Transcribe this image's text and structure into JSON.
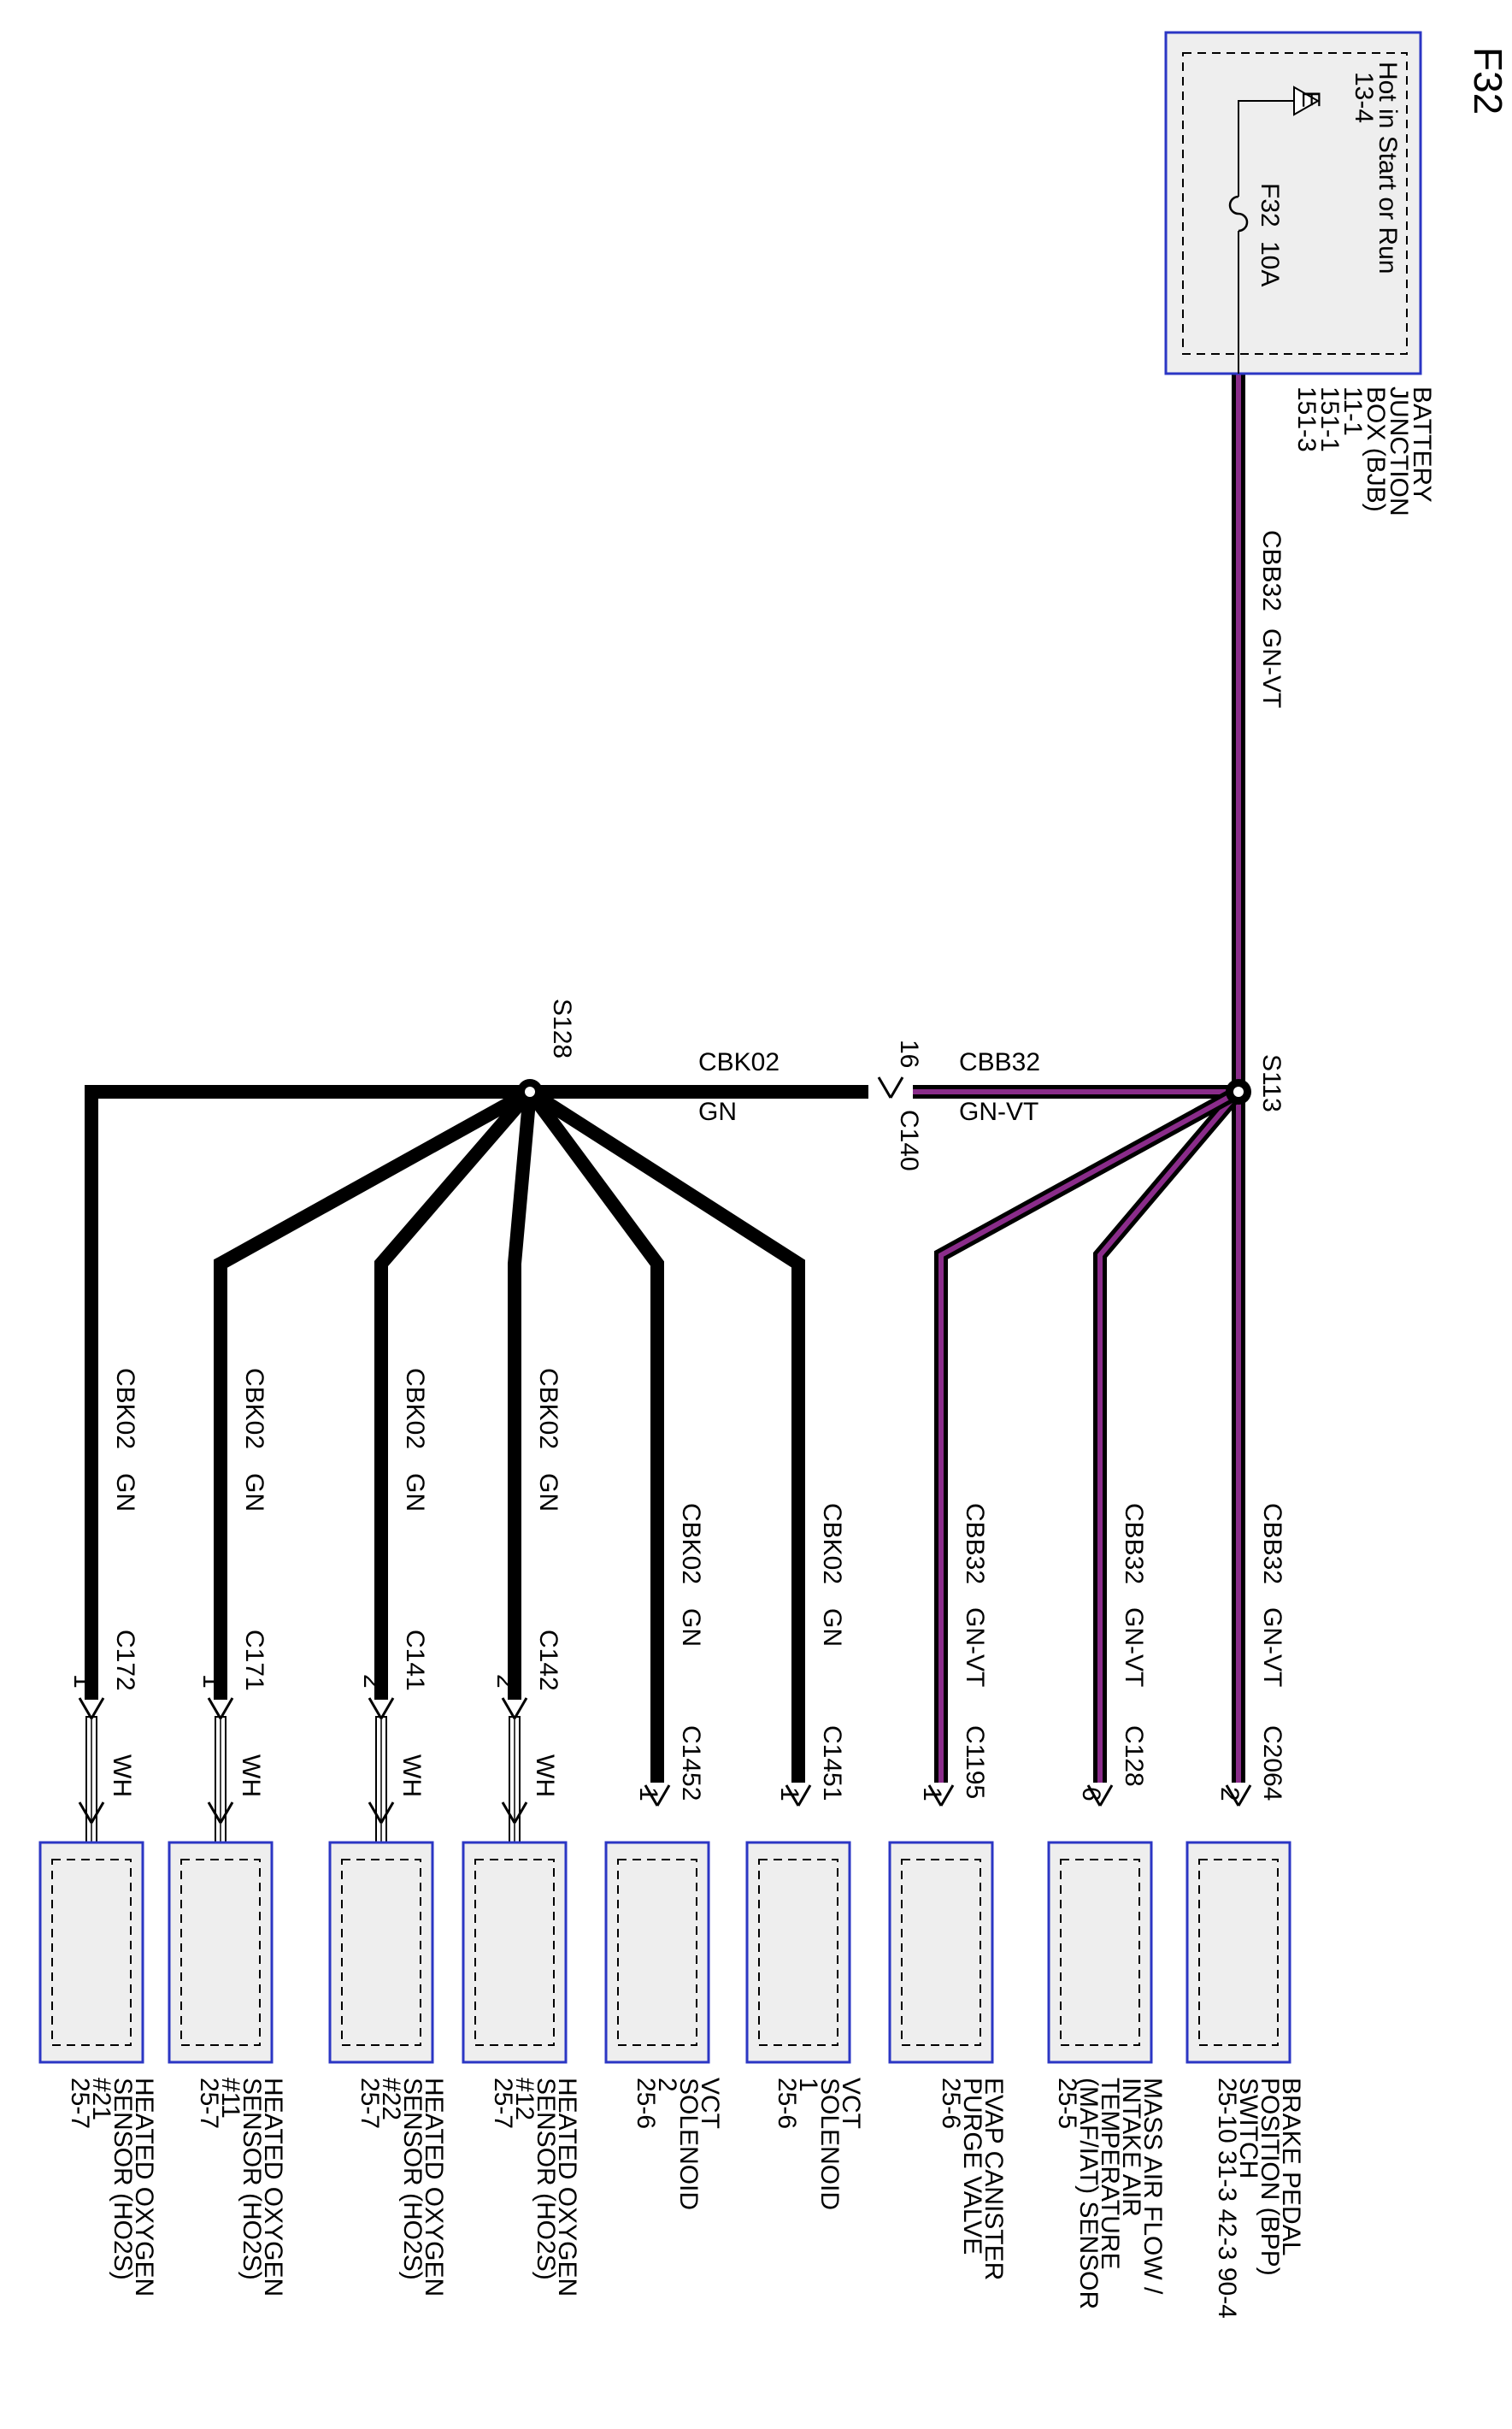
{
  "page": {
    "title": "F32"
  },
  "colors": {
    "wire_black": "#000000",
    "wire_violet": "#8a2c8a",
    "box_border": "#2b36c4",
    "box_fill": "#eeeeee",
    "shielded_wire": "#ffffff"
  },
  "source": {
    "hot_text": "Hot in Start or Run",
    "ref": "13-4",
    "ground_symbol": "E",
    "fuse_id": "F32",
    "fuse_rating": "10A",
    "name_lines": [
      "BATTERY",
      "JUNCTION",
      "BOX (BJB)",
      "11-1",
      "151-1",
      "151-3"
    ]
  },
  "trunk_wire": {
    "circuit": "CBB32",
    "color_code": "GN-VT"
  },
  "splices": {
    "s113": "S113",
    "s128": "S128"
  },
  "inline_connector": {
    "id": "C140",
    "pin": "16",
    "left_circuit": "CBB32",
    "left_color": "GN-VT",
    "right_circuit": "CBK02",
    "right_color": "GN"
  },
  "branches": [
    {
      "circuit": "CBB32",
      "color": "GN-VT",
      "connector": "C2064",
      "pin": "2",
      "lines": [
        "BRAKE PEDAL",
        "POSITION (BPP)",
        "SWITCH",
        "25-10   31-3   42-3   90-4"
      ]
    },
    {
      "circuit": "CBB32",
      "color": "GN-VT",
      "connector": "C128",
      "pin": "6",
      "lines": [
        "MASS AIR FLOW /",
        "INTAKE AIR",
        "TEMPERATURE",
        "(MAF/IAT) SENSOR",
        "25-5"
      ]
    },
    {
      "circuit": "CBB32",
      "color": "GN-VT",
      "connector": "C1195",
      "pin": "1",
      "lines": [
        "EVAP CANISTER",
        "PURGE VALVE",
        "25-6"
      ]
    },
    {
      "circuit": "CBK02",
      "color": "GN",
      "connector": "C1451",
      "pin": "1",
      "lines": [
        "VCT",
        "SOLENOID",
        "1",
        "25-6"
      ]
    },
    {
      "circuit": "CBK02",
      "color": "GN",
      "connector": "C1452",
      "pin": "1",
      "lines": [
        "VCT",
        "SOLENOID",
        "2",
        "25-6"
      ]
    },
    {
      "circuit": "CBK02",
      "color": "GN",
      "connector": "C142",
      "pin": "2",
      "pigtail": "WH",
      "lines": [
        "HEATED OXYGEN",
        "SENSOR (HO2S)",
        "#12",
        "25-7"
      ]
    },
    {
      "circuit": "CBK02",
      "color": "GN",
      "connector": "C141",
      "pin": "2",
      "pigtail": "WH",
      "lines": [
        "HEATED OXYGEN",
        "SENSOR (HO2S)",
        "#22",
        "25-7"
      ]
    },
    {
      "circuit": "CBK02",
      "color": "GN",
      "connector": "C171",
      "pin": "1",
      "pigtail": "WH",
      "lines": [
        "HEATED OXYGEN",
        "SENSOR (HO2S)",
        "#11",
        "25-7"
      ]
    },
    {
      "circuit": "CBK02",
      "color": "GN",
      "connector": "C172",
      "pin": "1",
      "pigtail": "WH",
      "lines": [
        "HEATED OXYGEN",
        "SENSOR (HO2S)",
        "#21",
        "25-7"
      ]
    }
  ]
}
